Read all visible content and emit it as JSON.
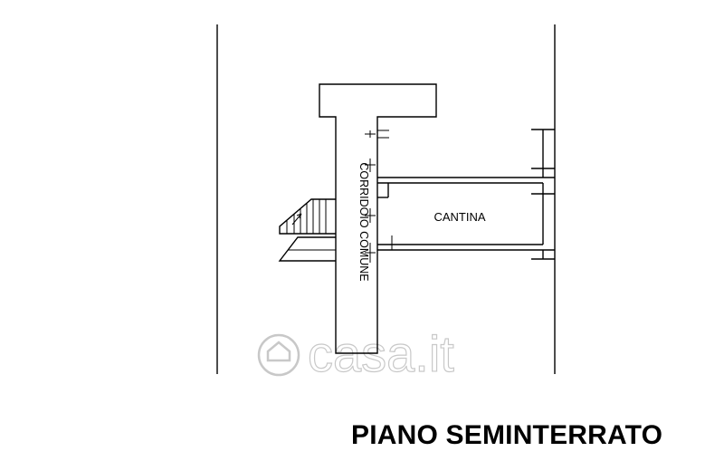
{
  "plan": {
    "room_labels": {
      "corridor": "CORRIDOIO COMUNE",
      "cellar": "CANTINA"
    },
    "floor_title": "PIANO SEMINTERRATO"
  },
  "watermark": {
    "text": "casa.it",
    "icon": "house-icon",
    "color": "#c8c8c8"
  }
}
